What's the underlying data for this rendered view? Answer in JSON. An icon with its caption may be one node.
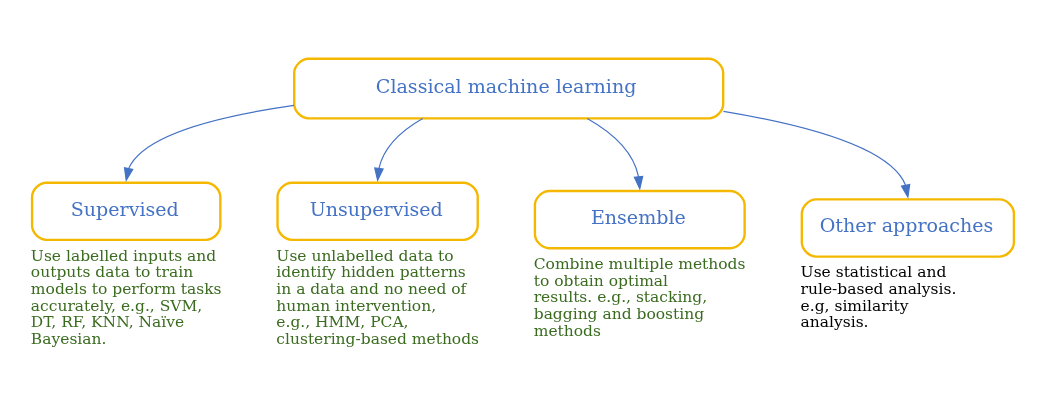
{
  "diagram": {
    "nodes": [
      {
        "text": [
          "Classical machine learning"
        ]
      },
      {
        "text": [
          "Supervised"
        ],
        "beside": [
          "Use labelled inputs and outputs data to train models to perform tasks accurately, e.g., SVM, DT, RF, KNN, Naïve Bayesian."
        ]
      },
      {
        "text": [
          "Unsupervised"
        ],
        "beside": [
          "Use unlabelled data to identify hidden patterns in a data and no need of human intervention, e.g., HMM, PCA, clustering-based methods"
        ]
      },
      {
        "text": [
          "Ensemble"
        ],
        "beside": [
          "Combine multiple methods to obtain optimal results. e.g., stacking, bagging and boosting methods"
        ]
      },
      {
        "text": [
          "Other approaches"
        ],
        "beside": [
          "Use statistical and rule-based analysis. e.g, similarity analysis."
        ]
      }
    ],
    "edges": [
      {
        "from": 0,
        "to": 1,
        "arrow": "to"
      },
      {
        "from": 0,
        "to": 2,
        "arrow": "to"
      },
      {
        "from": 0,
        "to": 3,
        "arrow": "to"
      },
      {
        "from": 0,
        "to": 4,
        "arrow": "to"
      }
    ]
  }
}
